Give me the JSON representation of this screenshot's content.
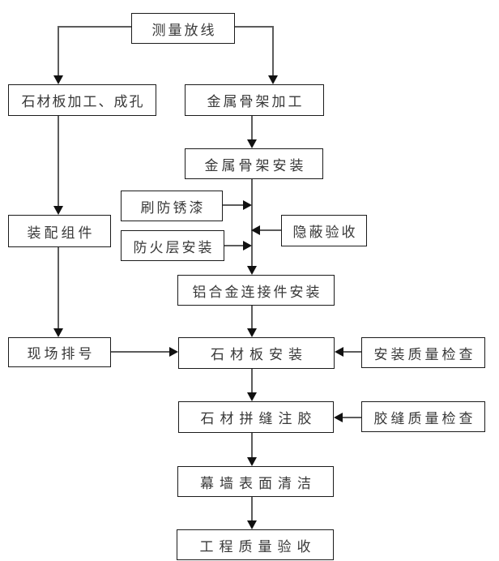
{
  "diagram": {
    "type": "flowchart",
    "subject": "stone curtain wall construction process",
    "colors": {
      "background": "#ffffff",
      "box_fill": "#ffffff",
      "box_border": "#1b1b1b",
      "line": "#5c5c5c",
      "arrowhead": "#111111",
      "text": "#383838"
    },
    "nodes": {
      "measure": {
        "label": "测量放线"
      },
      "stone_processing": {
        "label": "石材板加工、成孔"
      },
      "frame_processing": {
        "label": "金属骨架加工"
      },
      "frame_install": {
        "label": "金属骨架安装"
      },
      "rust_paint": {
        "label": "刷防锈漆"
      },
      "fireproof_install": {
        "label": "防火层安装"
      },
      "concealed_acceptance": {
        "label": "隐蔽验收"
      },
      "assemble_components": {
        "label": "装配组件"
      },
      "aluminum_connector_install": {
        "label": "铝合金连接件安装"
      },
      "site_numbering": {
        "label": "现场排号"
      },
      "stone_install": {
        "label": "石材板安装"
      },
      "install_quality_check": {
        "label": "安装质量检查"
      },
      "seam_glue": {
        "label": "石材拼缝注胶"
      },
      "glue_quality_check": {
        "label": "胶缝质量检查"
      },
      "surface_clean": {
        "label": "幕墙表面清洁"
      },
      "project_acceptance": {
        "label": "工程质量验收"
      }
    },
    "edges": [
      {
        "from": "measure",
        "to": "stone_processing"
      },
      {
        "from": "measure",
        "to": "frame_processing"
      },
      {
        "from": "frame_processing",
        "to": "frame_install"
      },
      {
        "from": "frame_install",
        "to": "aluminum_connector_install"
      },
      {
        "from": "rust_paint",
        "to": "main_flow_between_frame_install_and_aluminum_connector_install"
      },
      {
        "from": "fireproof_install",
        "to": "main_flow_between_frame_install_and_aluminum_connector_install"
      },
      {
        "from": "concealed_acceptance",
        "to": "main_flow_between_frame_install_and_aluminum_connector_install"
      },
      {
        "from": "stone_processing",
        "to": "assemble_components"
      },
      {
        "from": "assemble_components",
        "to": "site_numbering"
      },
      {
        "from": "site_numbering",
        "to": "stone_install"
      },
      {
        "from": "aluminum_connector_install",
        "to": "stone_install"
      },
      {
        "from": "install_quality_check",
        "to": "stone_install"
      },
      {
        "from": "stone_install",
        "to": "seam_glue"
      },
      {
        "from": "glue_quality_check",
        "to": "seam_glue"
      },
      {
        "from": "seam_glue",
        "to": "surface_clean"
      },
      {
        "from": "surface_clean",
        "to": "project_acceptance"
      }
    ]
  }
}
